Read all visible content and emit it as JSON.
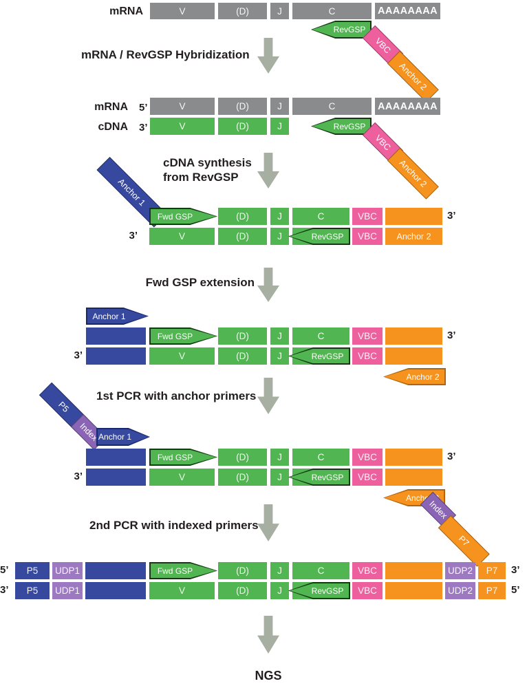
{
  "palette": {
    "gray": "#8a8b8d",
    "green": "#51b551",
    "green_outline": "#143a14",
    "pink": "#ee5f9e",
    "orange": "#f6921e",
    "orange_outline": "#b2650e",
    "blue": "#37489f",
    "blue_outline": "#19276b",
    "purple": "#9d79c2",
    "index_purple": "#8b65b5",
    "step_arrow": "#a6afa1",
    "text": "#221e20"
  },
  "terms": {
    "mrna": "mRNA",
    "cdna": "cDNA",
    "five_prime": "5’",
    "three_prime": "3’",
    "v": "V",
    "d": "(D)",
    "j": "J",
    "c": "C",
    "poly_a": "AAAAAAAA",
    "rev_gsp": "RevGSP",
    "fwd_gsp": "Fwd GSP",
    "vbc": "VBC",
    "anchor1": "Anchor 1",
    "anchor2": "Anchor 2",
    "p5": "P5",
    "p7": "P7",
    "index": "Index",
    "udp1": "UDP1",
    "udp2": "UDP2"
  },
  "steps": {
    "hybridization": "mRNA / RevGSP Hybridization",
    "cdna_synthesis_line1": "cDNA synthesis",
    "cdna_synthesis_line2": "from RevGSP",
    "fwd_gsp_extension": "Fwd GSP extension",
    "first_pcr": "1st PCR with anchor primers",
    "second_pcr": "2nd PCR with indexed primers",
    "ngs": "NGS"
  }
}
